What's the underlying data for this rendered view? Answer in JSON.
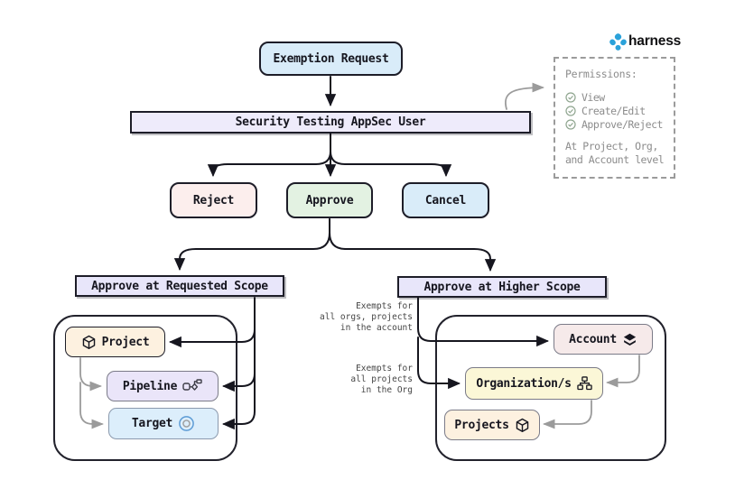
{
  "brand": {
    "name": "harness",
    "logo_color": "#2ba2da"
  },
  "nodes": {
    "exemption": "Exemption Request",
    "appsec_user": "Security Testing AppSec User",
    "reject": "Reject",
    "approve": "Approve",
    "cancel": "Cancel",
    "requested_scope": "Approve at Requested Scope",
    "higher_scope": "Approve at Higher Scope",
    "project": "Project",
    "pipeline": "Pipeline",
    "target": "Target",
    "account": "Account",
    "organizations": "Organization/s",
    "projects": "Projects"
  },
  "annotations": {
    "account_note": "Exempts for\nall orgs, projects\nin the account",
    "org_note": "Exempts for\nall projects\nin the Org"
  },
  "permissions": {
    "title": "Permissions:",
    "items": [
      {
        "label": "View"
      },
      {
        "label": "Create/Edit"
      },
      {
        "label": "Approve/Reject"
      }
    ],
    "footer": "At Project, Org,\nand Account level"
  },
  "colors": {
    "stroke_dark": "#1d1d28",
    "stroke_gray": "#9b9b9b",
    "node_blue": "#d9ecf9",
    "node_red": "#fceeed",
    "node_green": "#e3f2e2",
    "node_lavender": "#eeebfb",
    "node_cream": "#fdf1e0",
    "node_rose": "#f6eaea",
    "node_yellow": "#fbf7d7",
    "check_green": "#8fa58f",
    "target_ring_blue": "#5b9bd5"
  }
}
